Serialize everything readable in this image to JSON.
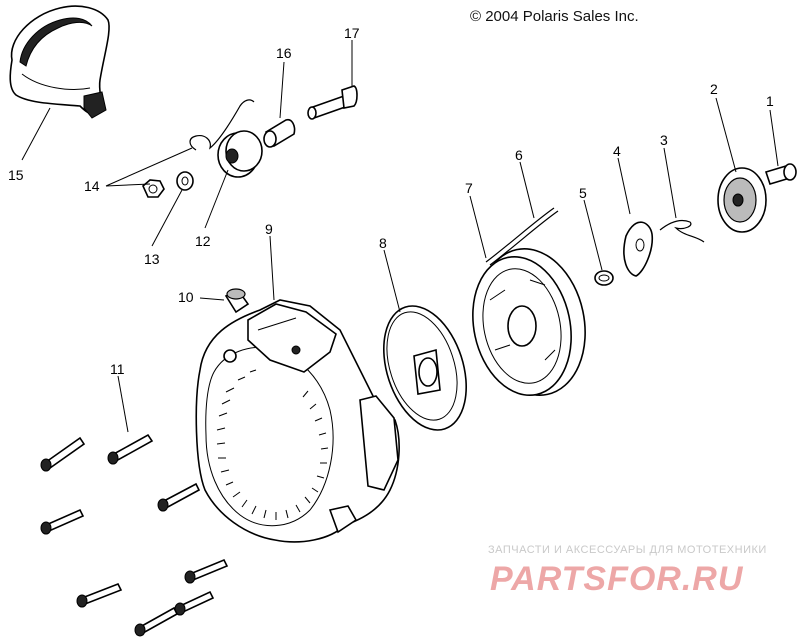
{
  "copyright": "© 2004 Polaris Sales Inc.",
  "watermark": {
    "subtitle": "ЗАПЧАСТИ И АКСЕССУАРЫ ДЛЯ МОТОТЕХНИКИ",
    "logo_text": "PARTSFOR.RU",
    "color": "#e88a8a"
  },
  "callouts": {
    "c1": "1",
    "c2": "2",
    "c3": "3",
    "c4": "4",
    "c5": "5",
    "c6": "6",
    "c7": "7",
    "c8": "8",
    "c9": "9",
    "c10": "10",
    "c11": "11",
    "c12": "12",
    "c13": "13",
    "c14": "14",
    "c15": "15",
    "c16": "16",
    "c17": "17"
  }
}
